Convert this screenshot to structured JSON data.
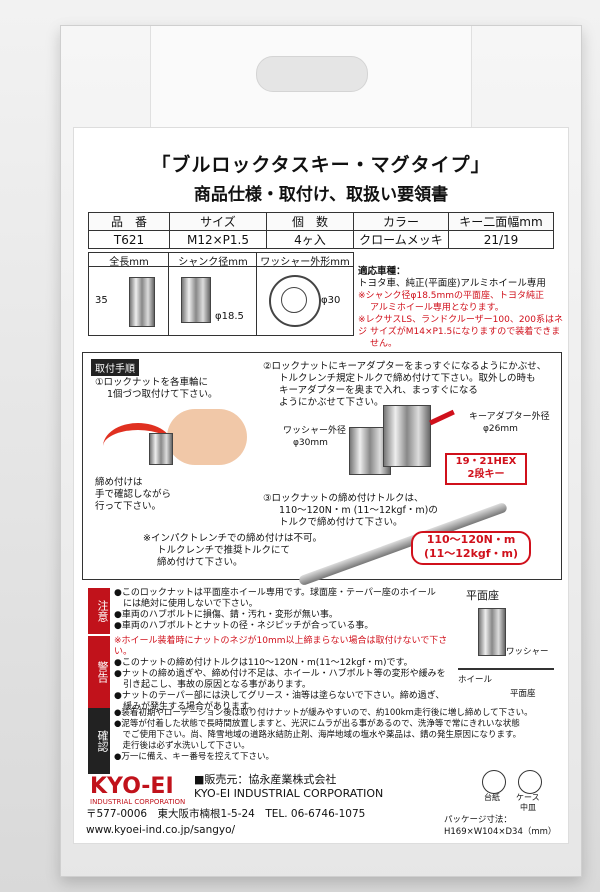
{
  "title_line1": "「ブルロックタスキー・マグタイプ」",
  "title_line2": "商品仕様・取付け、取扱い要領書",
  "spec_table": {
    "headers": [
      "品　番",
      "サイズ",
      "個　数",
      "カラー",
      "キー二面幅mm"
    ],
    "row": [
      "T621",
      "M12×P1.5",
      "4ヶ入",
      "クロームメッキ",
      "21/19"
    ]
  },
  "dimensions": {
    "length_label": "全長mm",
    "length_value": "35",
    "shank_label": "シャンク径mm",
    "shank_value": "φ18.5",
    "washer_label": "ワッシャー外形mm",
    "washer_value": "φ30"
  },
  "compatibility": {
    "heading": "適応車種：",
    "line1": "トヨタ車、純正(平面座)アルミホイール専用",
    "note1": "※シャンク径φ18.5mmの平面座、トヨタ純正",
    "note2": "アルミホイール専用となります。",
    "note3": "※レクサスLS、ランドクルーザー100、200系はネジ",
    "note4": "サイズがM14×P1.5になりますので装着できません。"
  },
  "install": {
    "tag": "取付手順",
    "step1a": "①ロックナットを各車輪に",
    "step1b": "1個づつ取付けて下さい。",
    "step2a": "②ロックナットにキーアダプターをまっすぐになるようにかぶせ、",
    "step2b": "トルクレンチ規定トルクで締め付けて下さい。取外しの時も",
    "step2c": "キーアダプターを奥まで入れ、まっすぐになる",
    "step2d": "ようにかぶせて下さい。",
    "hand_note_a": "締め付けは",
    "hand_note_b": "手で確認しながら",
    "hand_note_c": "行って下さい。",
    "washer_dia_label": "ワッシャー外径",
    "washer_dia_value": "φ30mm",
    "key_dia_label": "キーアダプター外径",
    "key_dia_value": "φ26mm",
    "hex_badge_a": "19・21HEX",
    "hex_badge_b": "2段キー",
    "step3a": "③ロックナットの締め付けトルクは、",
    "step3b": "110～120N・m (11～12kgf・m)の",
    "step3c": "トルクで締め付けて下さい。",
    "impact_a": "※インパクトレンチでの締め付けは不可。",
    "impact_b": "トルクレンチで推奨トルクにて",
    "impact_c": "締め付けて下さい。",
    "torque_badge_a": "110～120N・m",
    "torque_badge_b": "(11～12kgf・m)"
  },
  "caution": {
    "tag": "注意",
    "lines": [
      "●このロックナットは平面座ホイール専用です。球面座・テーパー座のホイール",
      "　には絶対に使用しないで下さい。",
      "●車両のハブボルトに損傷、錆・汚れ・変形が無い事。",
      "●車両のハブボルトとナットの径・ネジピッチが合っている事。"
    ]
  },
  "warning": {
    "tag": "警告",
    "lines": [
      "※ホイール装着時にナットのネジが10mm以上締まらない場合は取付けないで下さい。",
      "●このナットの締め付けトルクは110～120N・m(11～12kgf・m)です。",
      "●ナットの締め過ぎや、締め付け不足は、ホイール・ハブボルト等の変形や緩みを",
      "　引き起こし、事故の原因となる事があります。",
      "●ナットのテーパー部には決してグリース・油等は塗らないで下さい。締め過ぎ、",
      "　緩みが発生する場合があります。"
    ]
  },
  "confirm": {
    "tag": "確認",
    "lines": [
      "●装着初期やローテーション後は取り付けナットが緩みやすいので、約100km走行後に増し締めして下さい。",
      "●泥等が付着した状態で長時間放置しますと、光沢にムラが出る事があるので、洗浄等で常にきれいな状態",
      "　でご使用下さい。尚、降雪地域の道路氷結防止剤、海岸地域の塩水や薬品は、錆の発生原因になります。",
      "　走行後は必ず水洗いして下さい。",
      "●万一に備え、キー番号を控えて下さい。"
    ]
  },
  "seat_diagram": {
    "title": "平面座",
    "washer": "ワッシャー",
    "wheel": "ホイール",
    "flat_seat": "平面座"
  },
  "company": {
    "logo": "KYO-EI",
    "logo_sub": "INDUSTRIAL CORPORATION",
    "seller": "■販売元：協永産業株式会社",
    "english": "KYO-EI INDUSTRIAL CORPORATION",
    "address": "〒577-0006　東大阪市楠根1-5-24　TEL. 06-6746-1075",
    "url": "www.kyoei-ind.co.jp/sangyo/",
    "recycle1": "台紙",
    "recycle2": "ケース",
    "recycle3": "中皿",
    "pkg_label": "パッケージ寸法：",
    "pkg_size": "H169×W104×D34（mm）"
  },
  "colors": {
    "accent_red": "#d0101b",
    "skin": "#f1c8a8"
  }
}
